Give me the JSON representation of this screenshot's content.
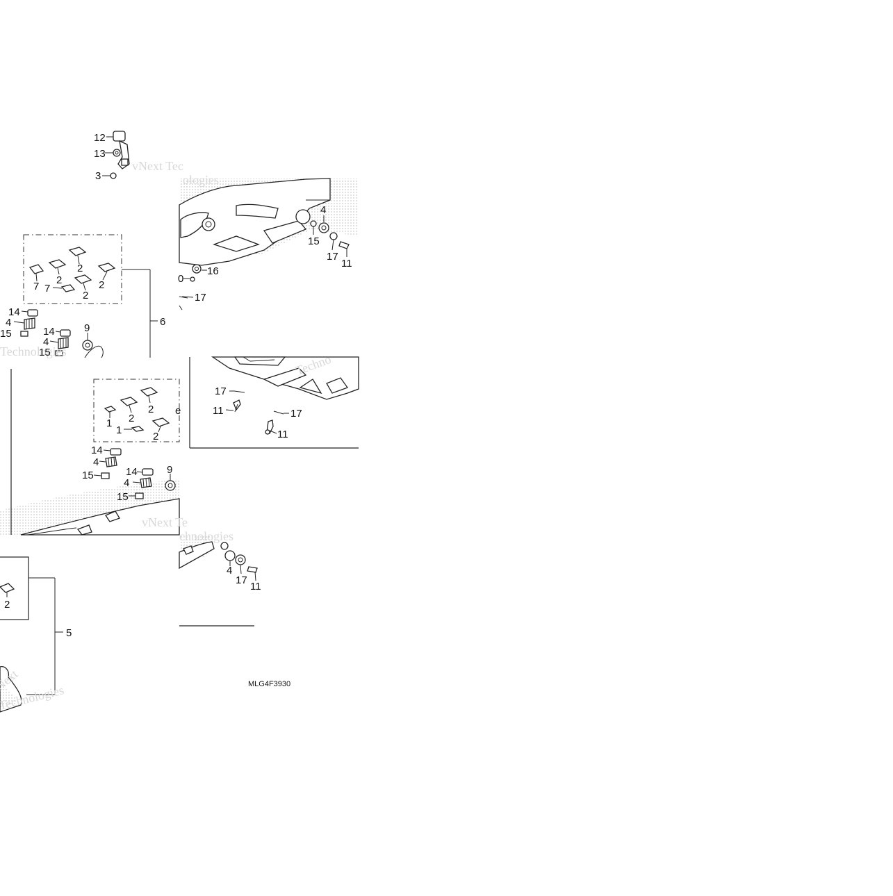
{
  "diagram": {
    "code": "MLG4F3930",
    "watermarks": [
      "vNext Tec",
      "ologies",
      "Technologies",
      "vNext Te",
      "chnologies",
      "Techno",
      "Technologies",
      "Next"
    ],
    "labels": [
      {
        "id": "c1-12",
        "text": "12"
      },
      {
        "id": "c1-13",
        "text": "13"
      },
      {
        "id": "c1-3",
        "text": "3"
      },
      {
        "id": "b1-2a",
        "text": "2"
      },
      {
        "id": "b1-2b",
        "text": "2"
      },
      {
        "id": "b1-2c",
        "text": "2"
      },
      {
        "id": "b1-2d",
        "text": "2"
      },
      {
        "id": "b1-7a",
        "text": "7"
      },
      {
        "id": "b1-7b",
        "text": "7"
      },
      {
        "id": "b1-6",
        "text": "6"
      },
      {
        "id": "l1-14a",
        "text": "14"
      },
      {
        "id": "l1-4a",
        "text": "4"
      },
      {
        "id": "l1-15a",
        "text": "15"
      },
      {
        "id": "l1-14b",
        "text": "14"
      },
      {
        "id": "l1-4b",
        "text": "4"
      },
      {
        "id": "l1-15b",
        "text": "15"
      },
      {
        "id": "l1-9",
        "text": "9"
      },
      {
        "id": "r1-4",
        "text": "4"
      },
      {
        "id": "r1-15",
        "text": "15"
      },
      {
        "id": "r1-17",
        "text": "17"
      },
      {
        "id": "r1-11",
        "text": "11"
      },
      {
        "id": "r1-16",
        "text": "16"
      },
      {
        "id": "r1-10",
        "text": "0"
      },
      {
        "id": "r1-17b",
        "text": "17"
      },
      {
        "id": "r2-17a",
        "text": "17"
      },
      {
        "id": "r2-11a",
        "text": "11"
      },
      {
        "id": "r2-17b",
        "text": "17"
      },
      {
        "id": "r2-11b",
        "text": "11"
      },
      {
        "id": "b2-1a",
        "text": "1"
      },
      {
        "id": "b2-2a",
        "text": "2"
      },
      {
        "id": "b2-2b",
        "text": "2"
      },
      {
        "id": "b2-1b",
        "text": "1"
      },
      {
        "id": "b2-2c",
        "text": "2"
      },
      {
        "id": "b2-e",
        "text": "e"
      },
      {
        "id": "l2-14a",
        "text": "14"
      },
      {
        "id": "l2-4a",
        "text": "4"
      },
      {
        "id": "l2-15a",
        "text": "15"
      },
      {
        "id": "l2-14b",
        "text": "14"
      },
      {
        "id": "l2-4b",
        "text": "4"
      },
      {
        "id": "l2-15b",
        "text": "15"
      },
      {
        "id": "l2-9",
        "text": "9"
      },
      {
        "id": "r3-4",
        "text": "4"
      },
      {
        "id": "r3-17",
        "text": "17"
      },
      {
        "id": "r3-11",
        "text": "11"
      },
      {
        "id": "b3-2",
        "text": "2"
      },
      {
        "id": "b3-5",
        "text": "5"
      }
    ]
  }
}
